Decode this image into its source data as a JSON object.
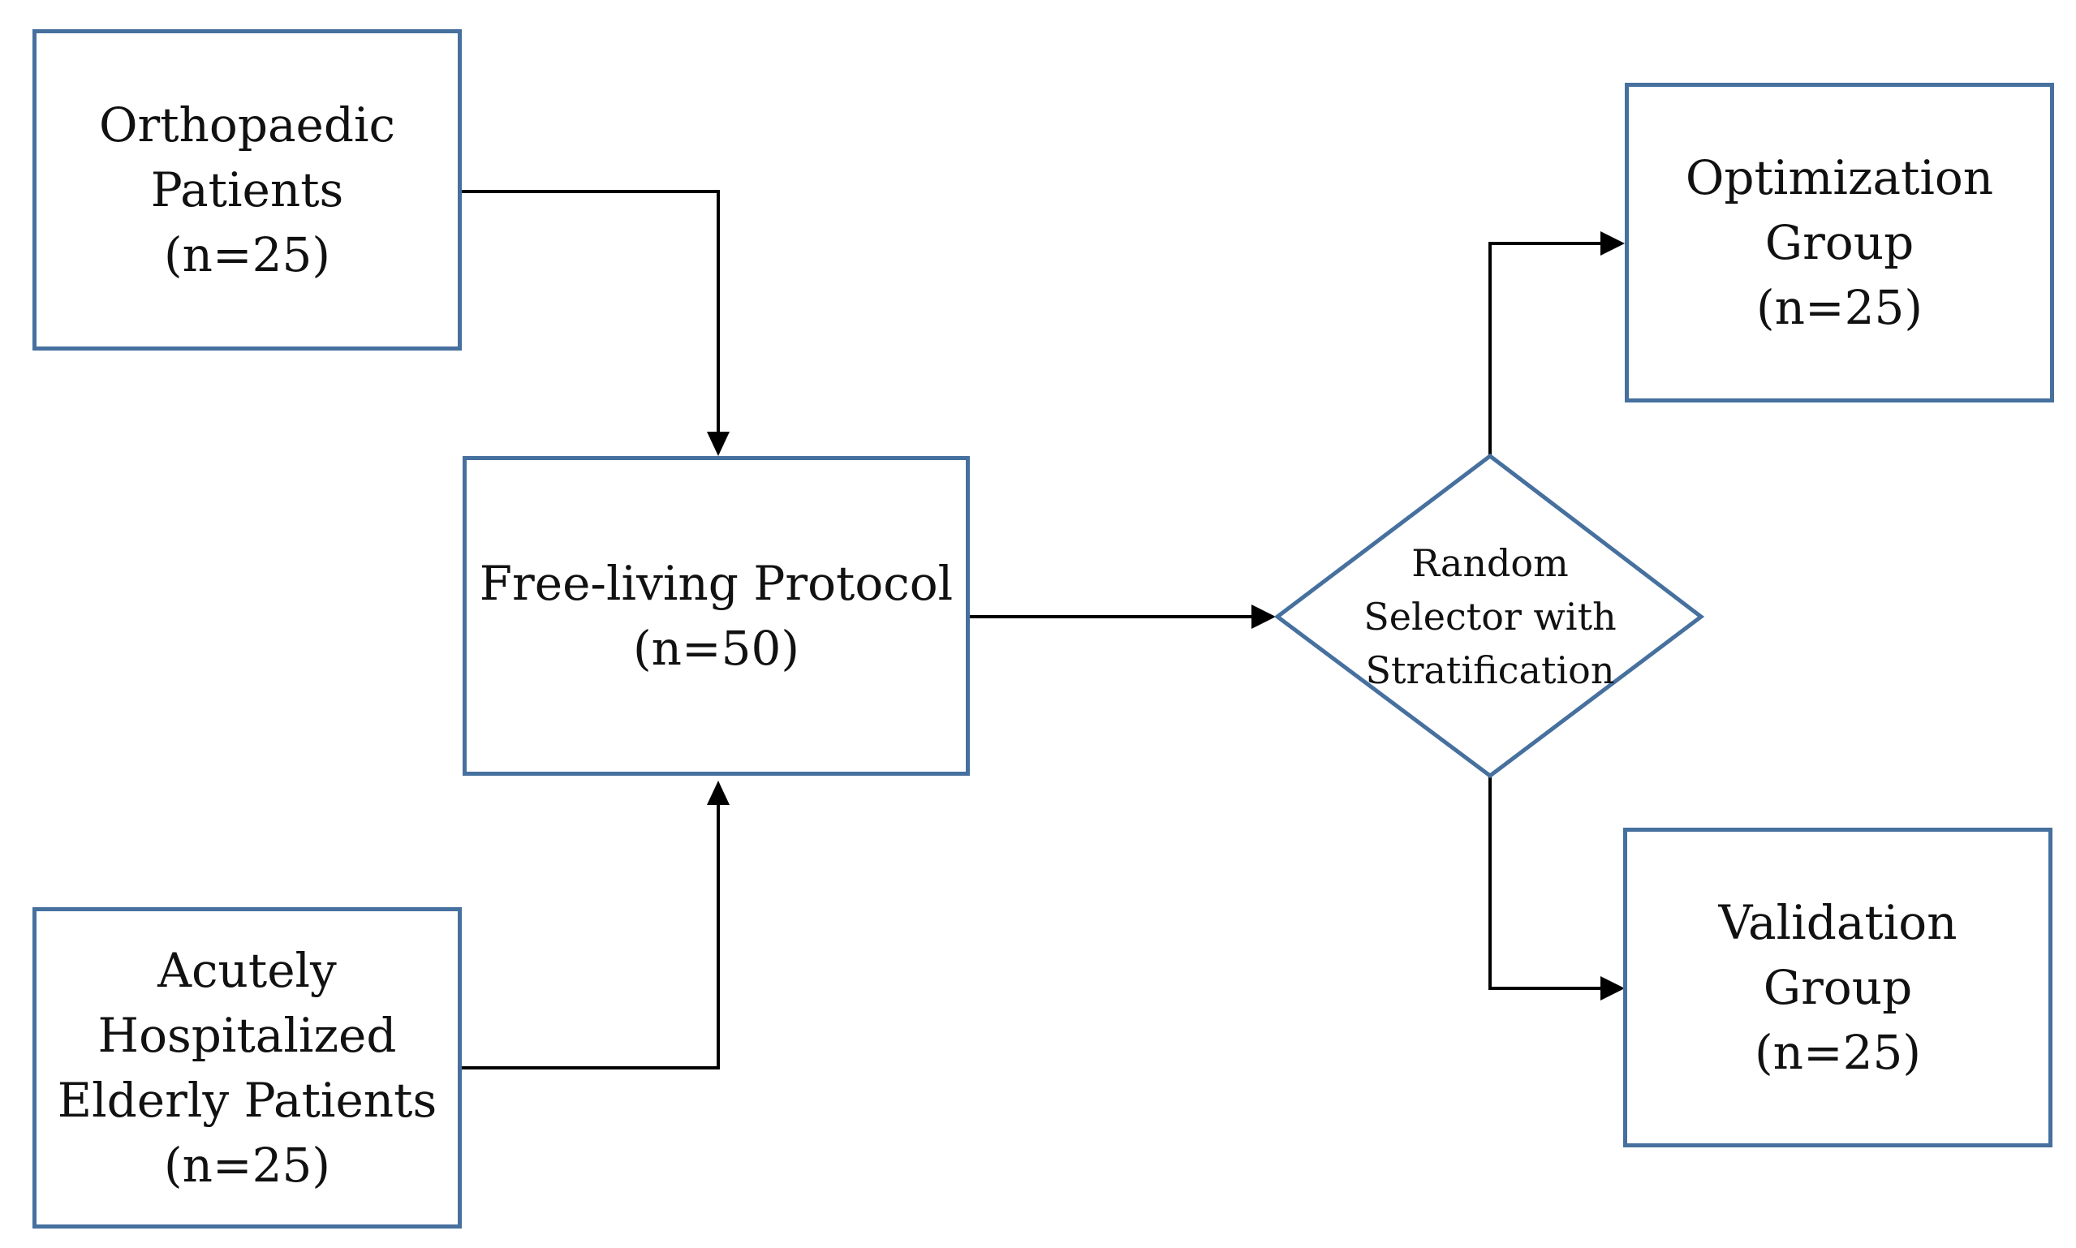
{
  "nodes": {
    "orthopaedic": {
      "line1": "Orthopaedic",
      "line2": "Patients",
      "count": "(n=25)"
    },
    "elderly": {
      "line1": "Acutely",
      "line2": "Hospitalized",
      "line3": "Elderly Patients",
      "count": "(n=25)"
    },
    "protocol": {
      "line1": "Free-living Protocol",
      "count": "(n=50)"
    },
    "selector": {
      "line1": "Random",
      "line2": "Selector with",
      "line3": "Stratification"
    },
    "optimization": {
      "line1": "Optimization",
      "line2": "Group",
      "count": "(n=25)"
    },
    "validation": {
      "line1": "Validation",
      "line2": "Group",
      "count": "(n=25)"
    }
  },
  "colors": {
    "box_border": "#46709e",
    "connector": "#000000"
  }
}
